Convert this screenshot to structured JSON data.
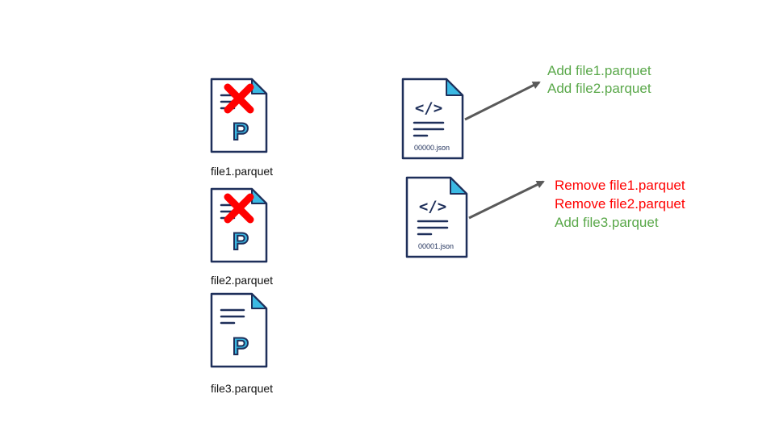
{
  "colors": {
    "doc_outline": "#1e2f5a",
    "doc_fold": "#3bb9e3",
    "doc_fill": "#ffffff",
    "remove_cross": "#ff0000",
    "add_text": "#5aa84a",
    "remove_text": "#ff0000",
    "arrow": "#595959"
  },
  "parquet_files": [
    {
      "name": "file1.parquet",
      "removed": true,
      "icon": "parquet-file-icon"
    },
    {
      "name": "file2.parquet",
      "removed": true,
      "icon": "parquet-file-icon"
    },
    {
      "name": "file3.parquet",
      "removed": false,
      "icon": "parquet-file-icon"
    }
  ],
  "json_logs": [
    {
      "name": "00000.json",
      "code_glyph": "</>",
      "actions": [
        {
          "text": "Add file1.parquet",
          "type": "add"
        },
        {
          "text": "Add file2.parquet",
          "type": "add"
        }
      ]
    },
    {
      "name": "00001.json",
      "code_glyph": "</>",
      "actions": [
        {
          "text": "Remove file1.parquet",
          "type": "remove"
        },
        {
          "text": "Remove file2.parquet",
          "type": "remove"
        },
        {
          "text": "Add file3.parquet",
          "type": "add"
        }
      ]
    }
  ]
}
